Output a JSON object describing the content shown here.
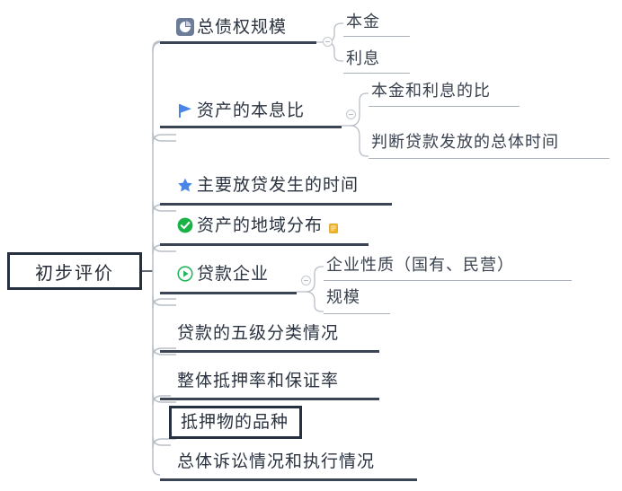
{
  "diagram": {
    "type": "mind-map",
    "root": {
      "label": "初步评价",
      "style": "boxed"
    },
    "branches": [
      {
        "id": "total-claim-scale",
        "label": "总债权规模",
        "icon": "pie-chart-icon",
        "icon_color": "#6b7c99",
        "has_collapse_handle": true,
        "children": [
          {
            "label": "本金"
          },
          {
            "label": "利息"
          }
        ]
      },
      {
        "id": "principal-interest-ratio",
        "label": "资产的本息比",
        "icon": "blue-flag-icon",
        "icon_color": "#4a86e8",
        "has_collapse_handle": true,
        "children": [
          {
            "label": "本金和利息的比"
          },
          {
            "label": "判断贷款发放的总体时间"
          }
        ]
      },
      {
        "id": "main-lending-time",
        "label": "主要放贷发生的时间",
        "icon": "blue-star-icon",
        "icon_color": "#4a86e8",
        "has_collapse_handle": false,
        "children": []
      },
      {
        "id": "asset-regional-distribution",
        "label": "资产的地域分布",
        "icon": "green-check-icon",
        "icon_color": "#18b245",
        "note_marker": true,
        "note_color": "#f0b429",
        "has_collapse_handle": false,
        "children": []
      },
      {
        "id": "loan-enterprise",
        "label": "贷款企业",
        "icon": "green-play-icon",
        "icon_color": "#21b85a",
        "has_collapse_handle": true,
        "children": [
          {
            "label": "企业性质（国有、民营）"
          },
          {
            "label": "规模"
          }
        ]
      },
      {
        "id": "five-tier-classification",
        "label": "贷款的五级分类情况",
        "icon": "none",
        "has_collapse_handle": false,
        "children": []
      },
      {
        "id": "mortgage-guarantee-rate",
        "label": "整体抵押率和保证率",
        "icon": "none",
        "has_collapse_handle": false,
        "children": []
      },
      {
        "id": "collateral-categories",
        "label": "抵押物的品种",
        "icon": "none",
        "style": "boxed",
        "has_collapse_handle": false,
        "children": []
      },
      {
        "id": "litigation-execution",
        "label": "总体诉讼情况和执行情况",
        "icon": "none",
        "has_collapse_handle": false,
        "children": []
      }
    ],
    "colors": {
      "node_text": "#2b3340",
      "main_branch_line": "#3a4455",
      "sub_branch_line": "#aab1bb",
      "root_border": "#27303f",
      "background": "#ffffff"
    }
  }
}
